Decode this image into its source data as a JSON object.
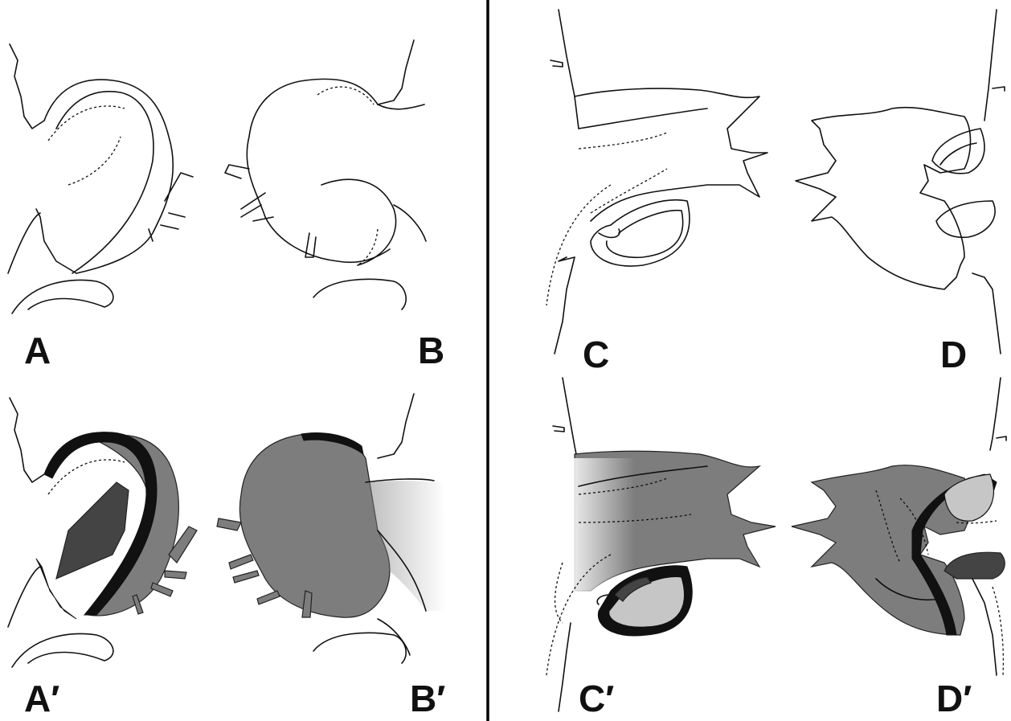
{
  "figure": {
    "labels": {
      "a": "A",
      "b": "B",
      "c": "C",
      "d": "D",
      "a_prime": "A′",
      "b_prime": "B′",
      "c_prime": "C′",
      "d_prime": "D′"
    },
    "colors": {
      "divider": "#000000",
      "tissue_mid_gray": "#7d7d7d",
      "tissue_dark_gray": "#444444",
      "tissue_light_gray": "#c6c6c6",
      "outline": "#111111"
    }
  }
}
